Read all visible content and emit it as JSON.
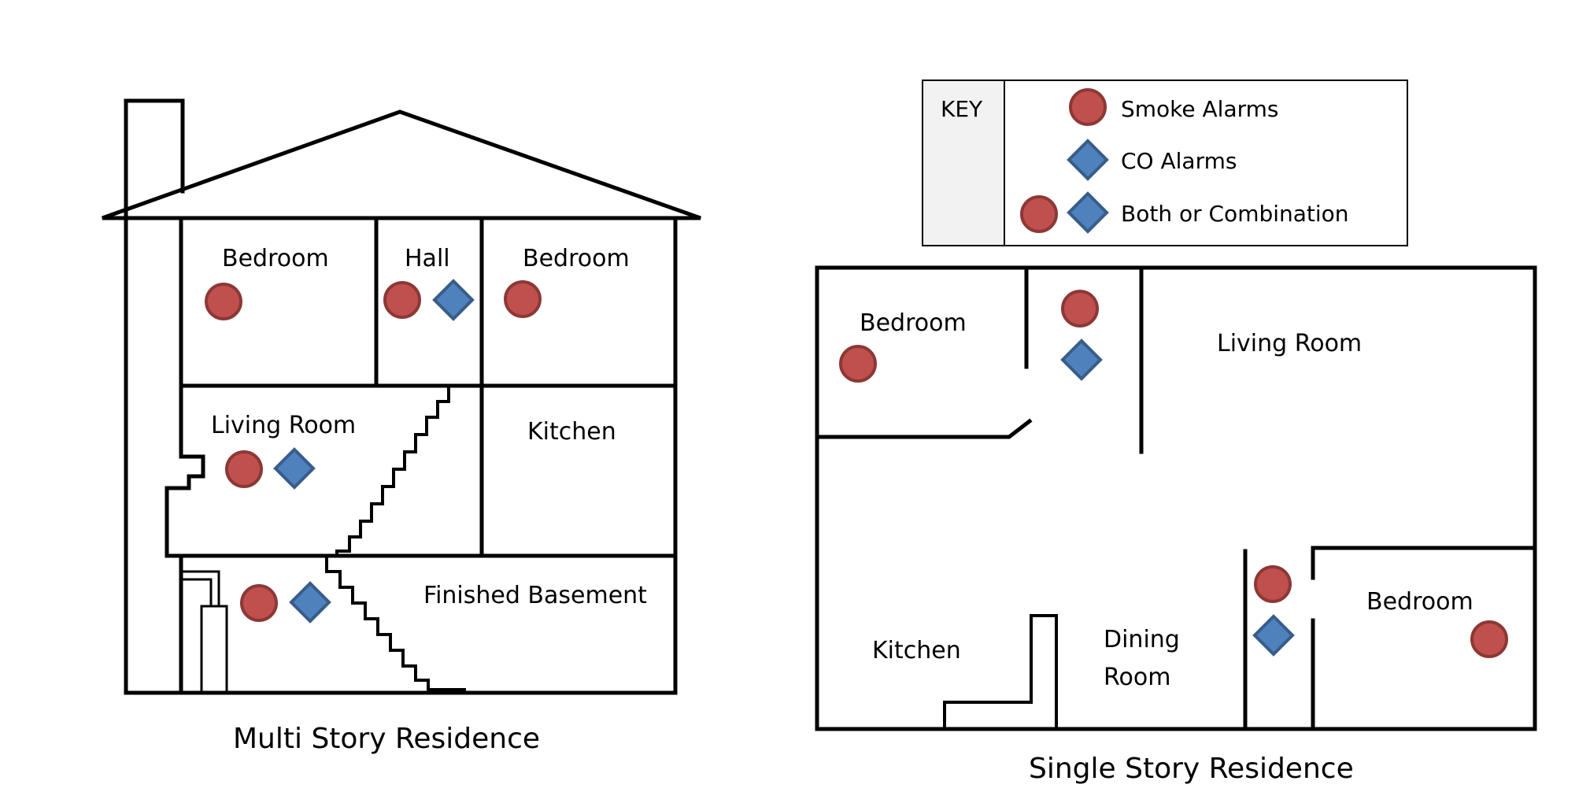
{
  "multi_story": {
    "caption": "Multi Story Residence",
    "rooms": {
      "bedroom_left": "Bedroom",
      "hall": "Hall",
      "bedroom_right": "Bedroom",
      "living_room": "Living Room",
      "kitchen": "Kitchen",
      "finished_basement": "Finished Basement"
    }
  },
  "single_story": {
    "caption": "Single Story Residence",
    "rooms": {
      "bedroom_top": "Bedroom",
      "living_room": "Living Room",
      "kitchen": "Kitchen",
      "dining_line1": "Dining",
      "dining_line2": "Room",
      "bedroom_bottom": "Bedroom"
    }
  },
  "key": {
    "title": "KEY",
    "smoke": "Smoke Alarms",
    "co": "CO Alarms",
    "both": "Both or Combination"
  },
  "colors": {
    "smoke_alarm": "#c0504d",
    "co_alarm": "#4f81bd"
  }
}
